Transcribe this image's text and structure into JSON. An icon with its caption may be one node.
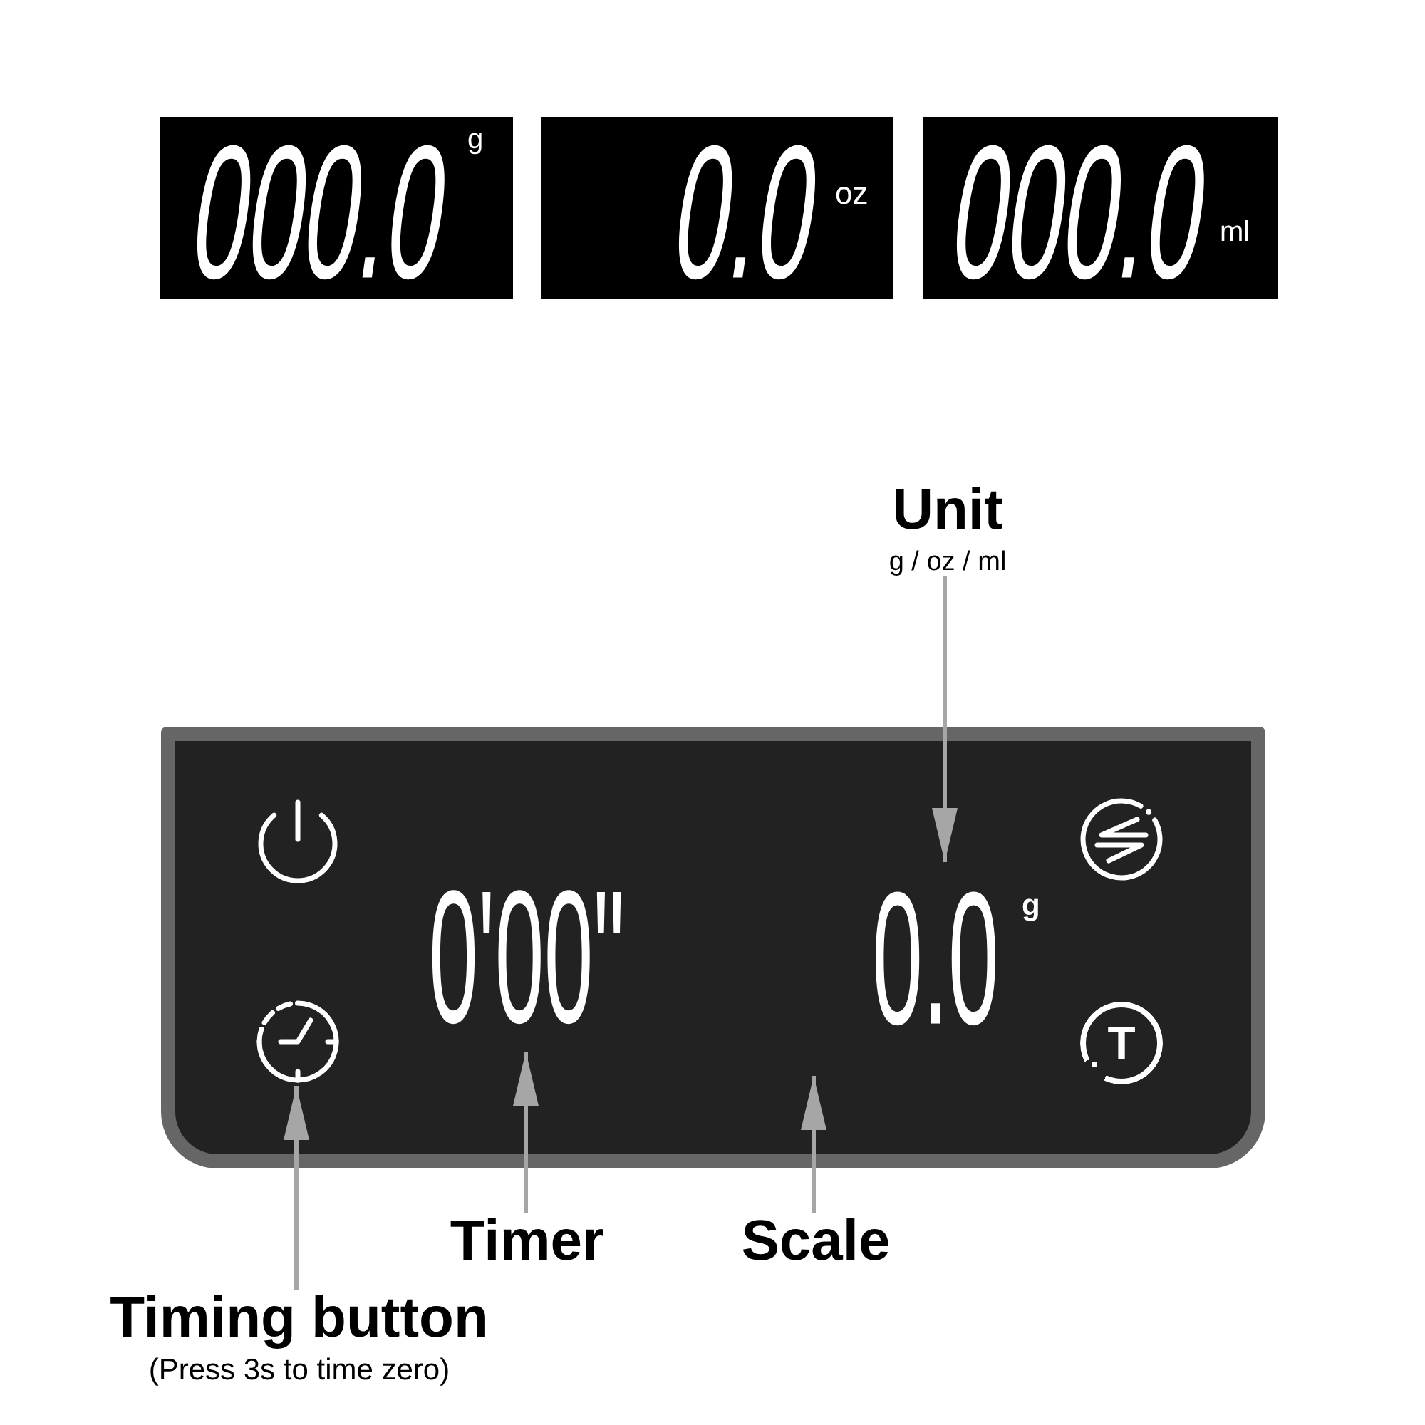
{
  "diagram": {
    "nodes": [
      {
        "text": [
          "000.0",
          "g"
        ]
      },
      {
        "text": [
          "0.0",
          "oz"
        ]
      },
      {
        "text": [
          "000.0",
          "ml"
        ]
      },
      {
        "text": [
          "Unit",
          "g / oz / ml"
        ]
      },
      {
        "text": [],
        "shape": "box"
      },
      {
        "text": [
          "0'00\""
        ],
        "in": 4
      },
      {
        "text": [
          "0.0",
          "g"
        ],
        "in": 4
      },
      {
        "text": [],
        "shape": "picture",
        "in": 4
      },
      {
        "text": [
          "Timer"
        ]
      },
      {
        "text": [
          "Scale"
        ]
      },
      {
        "text": [
          "Timing button",
          "(Press 3s to time zero)"
        ]
      }
    ],
    "edges": [
      {
        "from": 3,
        "to": 6,
        "arrow": "to"
      },
      {
        "from": 8,
        "to": 5,
        "arrow": "to"
      },
      {
        "from": 9,
        "to": 6,
        "arrow": "to"
      },
      {
        "from": 10,
        "to": 7,
        "arrow": "to"
      }
    ],
    "labels": [
      "T"
    ]
  }
}
